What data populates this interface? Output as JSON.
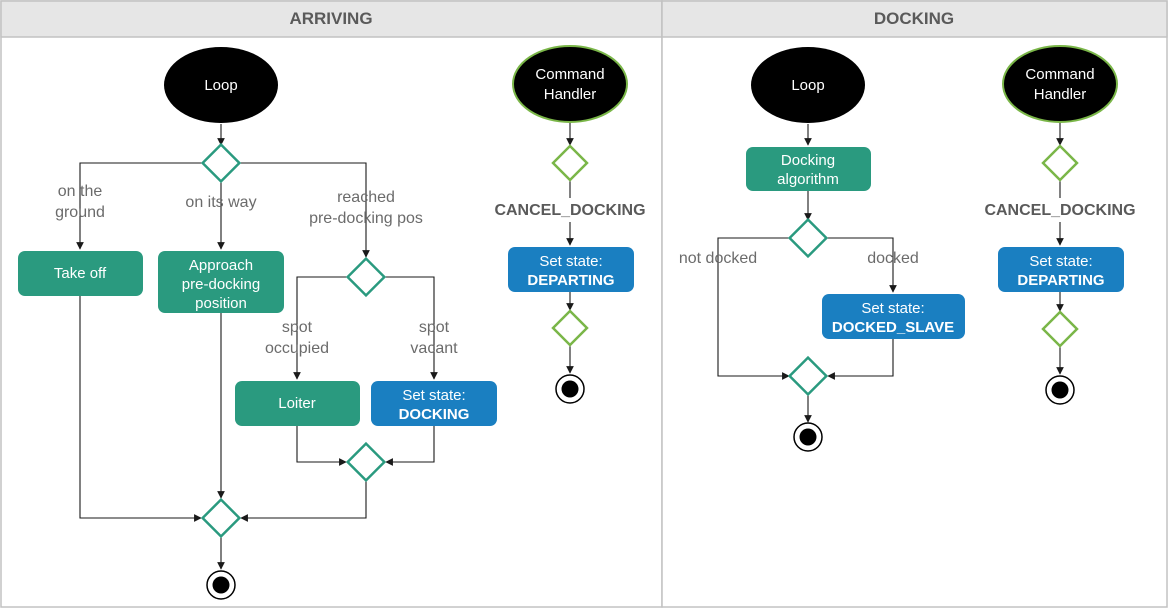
{
  "colors": {
    "green_node": "#2a9a7f",
    "blue_node": "#1a7fc1",
    "start_fill": "#000000",
    "start_stroke_green": "#7ab648",
    "decision_teal": "#2a9a7f",
    "decision_lime": "#7ab648",
    "header_bg": "#e6e6e6",
    "lane_border": "#c2c2c2"
  },
  "lanes": {
    "arriving": {
      "title": "ARRIVING"
    },
    "docking": {
      "title": "DOCKING"
    }
  },
  "arriving": {
    "loop": {
      "label": "Loop"
    },
    "branch_ground": {
      "line1": "on the",
      "line2": "ground"
    },
    "branch_way": {
      "label": "on its way"
    },
    "branch_reached": {
      "line1": "reached",
      "line2": "pre-docking pos"
    },
    "take_off": {
      "label": "Take off"
    },
    "approach": {
      "line1": "Approach",
      "line2": "pre-docking",
      "line3": "position"
    },
    "branch_occupied": {
      "line1": "spot",
      "line2": "occupied"
    },
    "branch_vacant": {
      "line1": "spot",
      "line2": "vacant"
    },
    "loiter": {
      "label": "Loiter"
    },
    "set_docking": {
      "line1": "Set state:",
      "line2": "DOCKING"
    },
    "command_handler": {
      "line1": "Command",
      "line2": "Handler"
    },
    "cancel_docking": {
      "label": "CANCEL_DOCKING"
    },
    "set_departing": {
      "line1": "Set state:",
      "line2": "DEPARTING"
    }
  },
  "docking": {
    "loop": {
      "label": "Loop"
    },
    "algorithm": {
      "line1": "Docking",
      "line2": "algorithm"
    },
    "branch_not_docked": {
      "label": "not docked"
    },
    "branch_docked": {
      "label": "docked"
    },
    "set_docked_slave": {
      "line1": "Set state:",
      "line2": "DOCKED_SLAVE"
    },
    "command_handler": {
      "line1": "Command",
      "line2": "Handler"
    },
    "cancel_docking": {
      "label": "CANCEL_DOCKING"
    },
    "set_departing": {
      "line1": "Set state:",
      "line2": "DEPARTING"
    }
  }
}
